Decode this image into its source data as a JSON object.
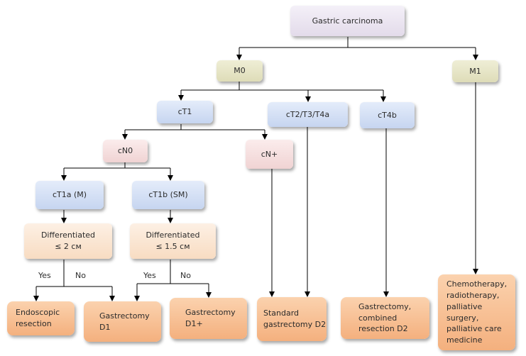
{
  "nodes": {
    "gastric_carcinoma": "Gastric carcinoma",
    "m0": "M0",
    "m1": "M1",
    "ct1": "cT1",
    "ct2_t3_t4a": "cT2/T3/T4a",
    "ct4b": "cT4b",
    "cn0": "cN0",
    "cn_plus": "cN+",
    "ct1a": "cT1a (M)",
    "ct1b": "cT1b (SM)",
    "diff_2cm": "Differentiated\n≤ 2 см",
    "diff_15cm": "Differentiated\n≤ 1.5 см",
    "endoscopic": "Endoscopic\nresection",
    "gastrectomy_d1_a": "Gastrectomy\nD1",
    "gastrectomy_d1_plus": "Gastrectomy\nD1+",
    "standard_d2": "Standard\ngastrectomy D2",
    "combined_d2": "Gastrectomy,\ncombined\nresection D2",
    "chemo": "Chemotherapy,\nradiotherapy,\npalliative surgery,\npalliative care\nmedicine"
  },
  "labels": {
    "yes_left": "Yes",
    "no_left": "No",
    "yes_right": "Yes",
    "no_right": "No"
  }
}
